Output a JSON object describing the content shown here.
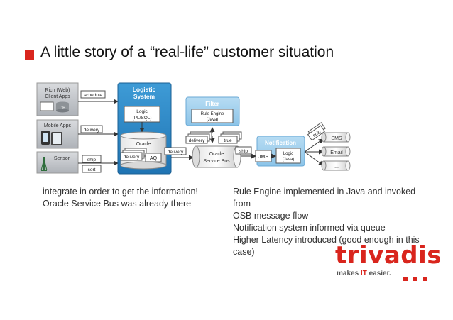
{
  "slide": {
    "title": "A little story of a “real-life” customer situation",
    "left_lines": [
      "integrate  in order to get the information!",
      "Oracle Service Bus was already  there"
    ],
    "right_lines": [
      "Rule Engine implemented  in Java and invoked from",
      "OSB message  flow",
      "Notification  system informed  via queue",
      "Higher Latency introduced  (good enough  in this",
      "case)"
    ]
  },
  "diagram": {
    "clients": {
      "rich_client_line1": "Rich (Web)",
      "rich_client_line2": "Client Apps",
      "db_label": "DB",
      "mobile_apps": "Mobile Apps",
      "sensor": "Sensor"
    },
    "messages": {
      "schedule": "schedule",
      "delivery": "delivery",
      "ship": "ship",
      "sort": "sort",
      "true": "true"
    },
    "logistic": {
      "title_line1": "Logistic",
      "title_line2": "System",
      "logic_line1": "Logic",
      "logic_line2": "(PL/SQL)",
      "oracle": "Oracle",
      "aq": "AQ",
      "delivery": "delivery"
    },
    "filter": {
      "title": "Filter",
      "rule_engine_line1": "Rule Engine",
      "rule_engine_line2": "(Java)"
    },
    "osb": {
      "line1": "Oracle",
      "line2": "Service Bus"
    },
    "notification": {
      "title": "Notification",
      "jms": "JMS",
      "logic_line1": "Logic",
      "logic_line2": "(Java)"
    },
    "outputs": {
      "sms": "SMS",
      "email": "Email",
      "more": "..."
    }
  },
  "brand": {
    "name": "trivadis",
    "tagline_prefix": "makes ",
    "tagline_highlight": "IT",
    "tagline_suffix": " easier.",
    "accent_color": "#d9251d",
    "blue_color": "#2d88c7"
  }
}
